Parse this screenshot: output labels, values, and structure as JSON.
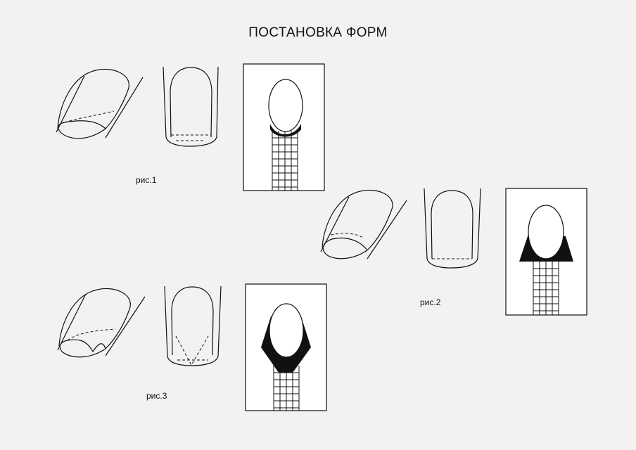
{
  "title": "ПОСТАНОВКА ФОРМ",
  "figures": [
    {
      "caption": "рис.1"
    },
    {
      "caption": "рис.2"
    },
    {
      "caption": "рис.3"
    }
  ],
  "colors": {
    "ink": "#111111",
    "background": "#f2f2f2",
    "form_box": "#ffffff"
  }
}
